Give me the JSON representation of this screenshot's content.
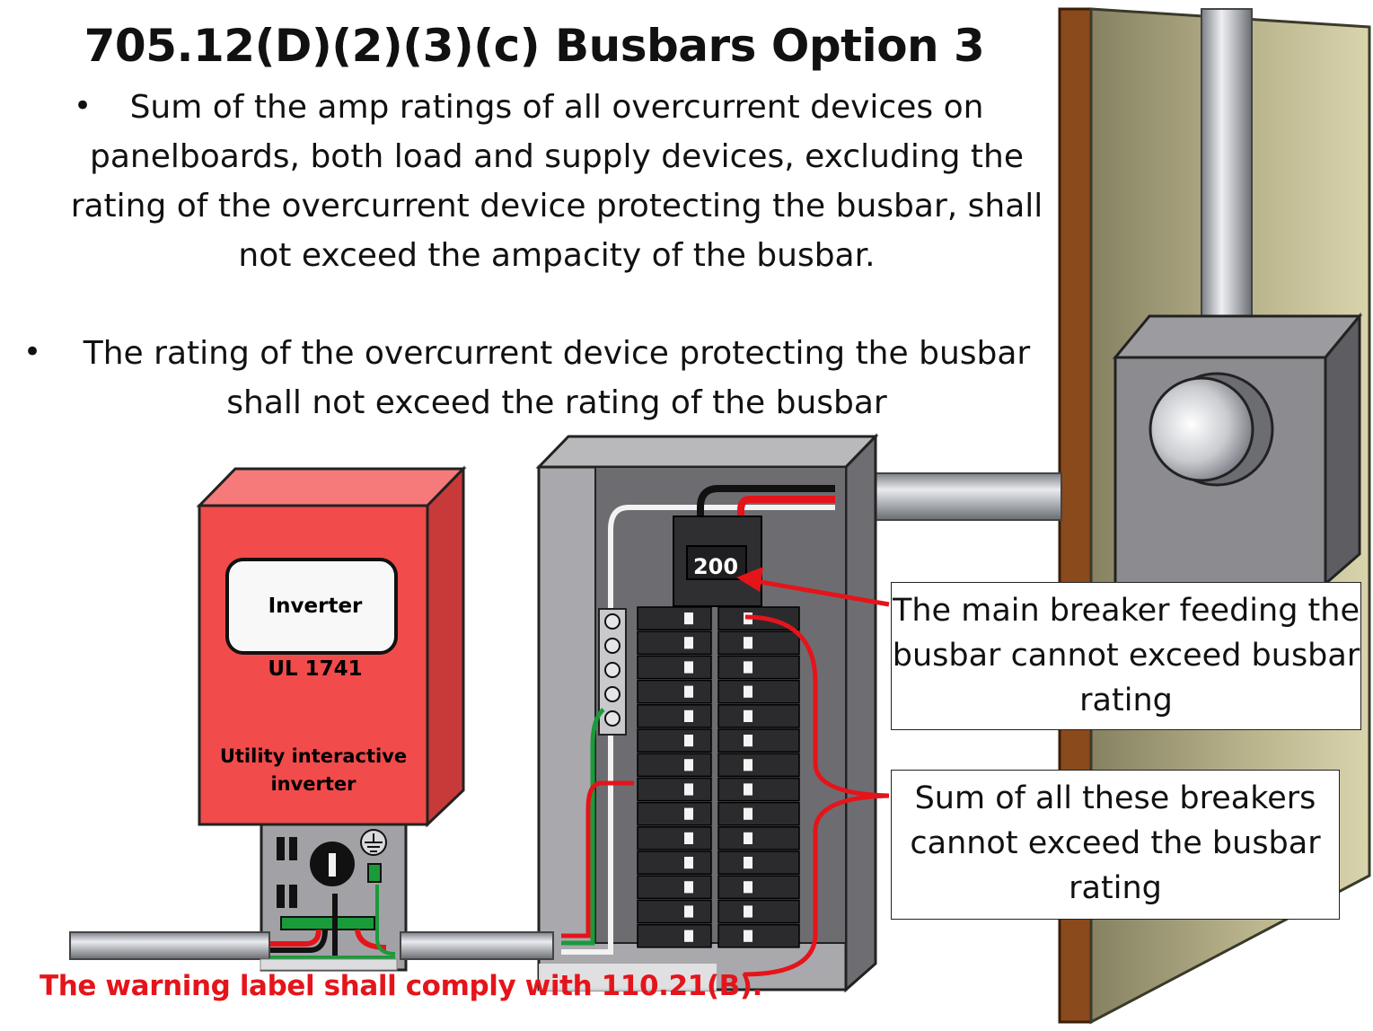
{
  "title": "705.12(D)(2)(3)(c) Busbars Option 3",
  "bullets": [
    "Sum of the amp ratings of all overcurrent devices on panelboards, both load and supply devices, excluding the rating of the overcurrent device protecting the busbar, shall not exceed the ampacity of the busbar.",
    "The rating of the overcurrent device protecting the busbar shall not exceed the rating of the busbar"
  ],
  "bullet_symbol": "•",
  "inverter": {
    "label": "Inverter",
    "listing": "UL 1741",
    "type_line1": "Utility interactive",
    "type_line2": "inverter",
    "color": "#f24b4b"
  },
  "main_breaker_rating": "200",
  "callouts": {
    "main_breaker": "The main breaker feeding the busbar cannot exceed busbar rating",
    "branch_breakers": "Sum of all these breakers cannot exceed the busbar rating"
  },
  "warning": "The warning label shall comply with 110.21(B).",
  "colors": {
    "arrow": "#e5141b",
    "warning_text": "#e5141b",
    "wall": "#b8b38c",
    "post": "#8a4a1c"
  }
}
